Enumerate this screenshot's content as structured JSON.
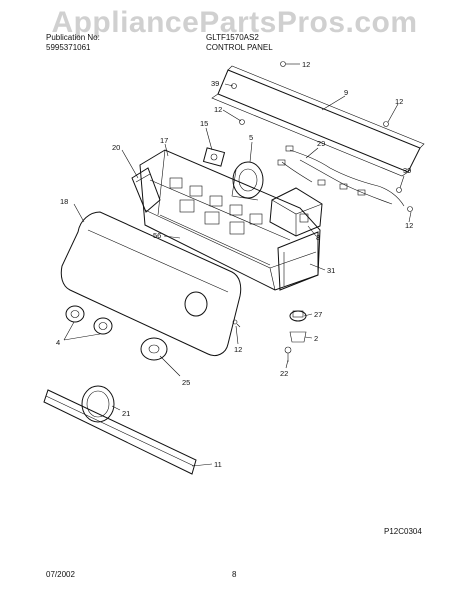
{
  "header": {
    "publication_label": "Publication No:",
    "publication_no": "5995371061",
    "model": "GLTF1570AS2",
    "section": "CONTROL PANEL"
  },
  "watermark": "AppliancePartsPros.com",
  "diagram_code": "P12C0304",
  "footer": {
    "date": "07/2002",
    "page": "8"
  },
  "callouts": [
    "12",
    "39",
    "9",
    "12",
    "12",
    "29",
    "15",
    "5",
    "17",
    "20",
    "18",
    "39",
    "8",
    "12",
    "56",
    "31",
    "27",
    "2",
    "22",
    "12",
    "4",
    "25",
    "21",
    "11"
  ]
}
